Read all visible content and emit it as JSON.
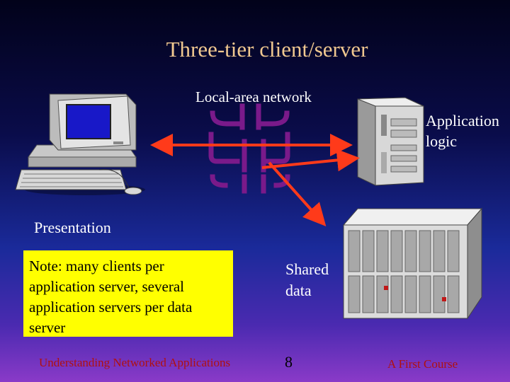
{
  "title": "Three-tier client/server",
  "labels": {
    "lan": "Local-area network",
    "application_line1": "Application",
    "application_line2": "logic",
    "presentation": "Presentation",
    "shared_line1": "Shared",
    "shared_line2": "data"
  },
  "note": {
    "line1": "Note: many clients per",
    "line2": "application server, several",
    "line3": "application servers per data",
    "line4": "server"
  },
  "footer": {
    "left": "Understanding Networked Applications",
    "page": "8",
    "right": "A First Course"
  },
  "colors": {
    "title": "#f0c890",
    "arrow": "#ff3a1a",
    "lan_symbol": "#7a1a8a",
    "note_background": "#ffff00",
    "footer_text": "#b01010"
  },
  "icons": [
    "desktop-computer-icon",
    "tower-server-icon",
    "mainframe-server-icon",
    "network-symbol-icon"
  ]
}
